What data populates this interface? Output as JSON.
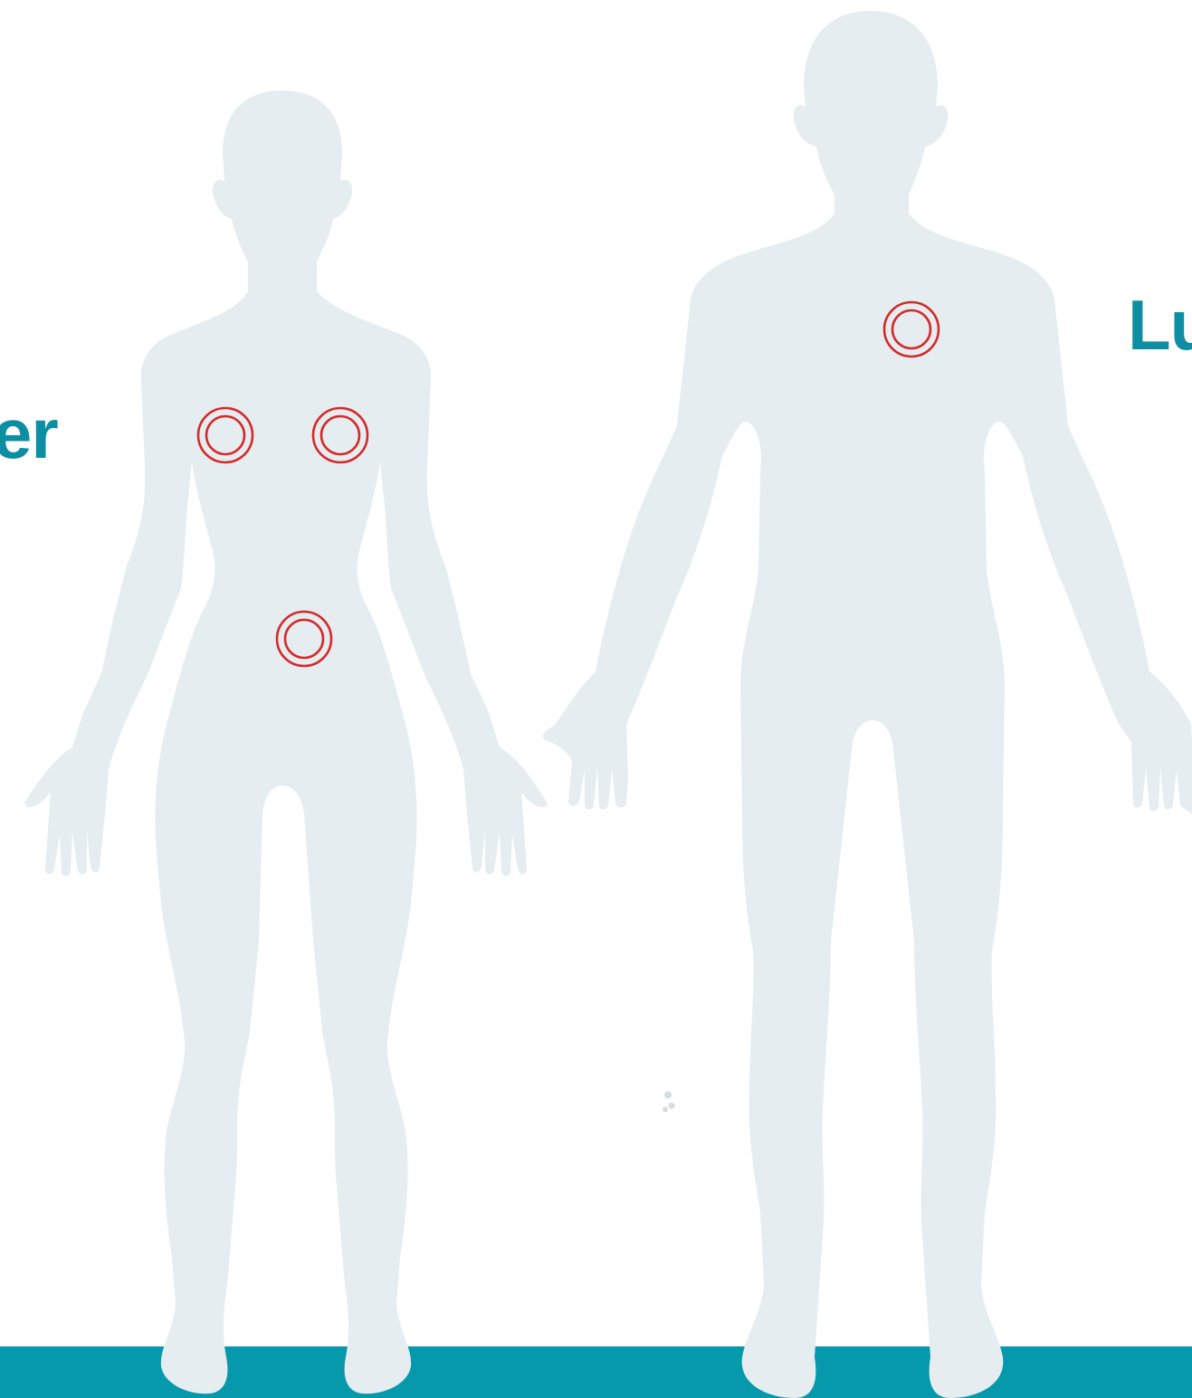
{
  "labels": {
    "left_fragment": "er",
    "right_fragment": "Lu"
  },
  "colors": {
    "silhouette": "#e5edf1",
    "marker": "#d42a2a",
    "label": "#0e8ea3",
    "ground": "#0599ab",
    "background": "#ffffff"
  },
  "figures": [
    {
      "name": "female-figure",
      "marker_count": 3
    },
    {
      "name": "male-figure",
      "marker_count": 1
    }
  ]
}
